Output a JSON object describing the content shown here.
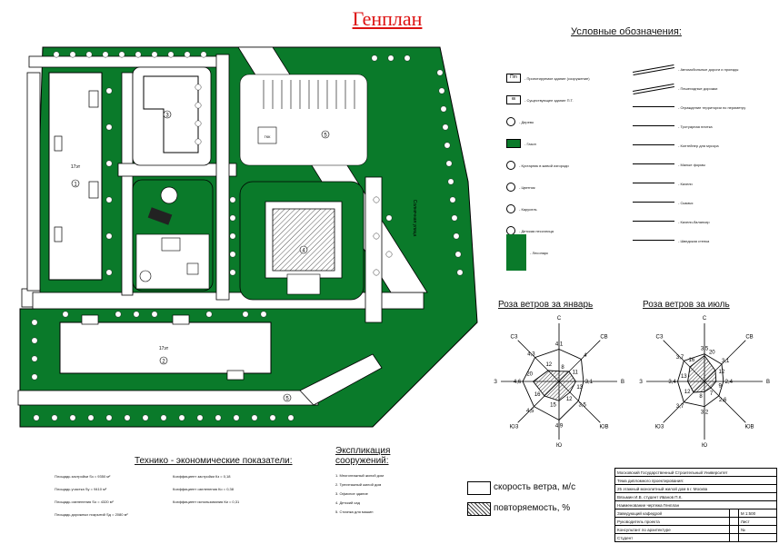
{
  "title": "Генплан",
  "legend": {
    "title": "Условные обозначения:",
    "left_items": [
      {
        "code": "Пm",
        "label": "Проектируемое здание (сооружение)",
        "icon": "building-symbol"
      },
      {
        "code": "кк",
        "label": "Существующее здание П.Т.",
        "icon": "existing-building-symbol"
      },
      {
        "code": "",
        "label": "Дерево",
        "icon": "tree-symbol"
      },
      {
        "code": "",
        "label": "Газон",
        "icon": "lawn-symbol"
      },
      {
        "code": "",
        "label": "Кустарник в живой изгороди",
        "icon": "hedge-symbol"
      },
      {
        "code": "",
        "label": "Цветник",
        "icon": "flowerbed-symbol"
      },
      {
        "code": "",
        "label": "Карусель",
        "icon": "carousel-symbol"
      },
      {
        "code": "",
        "label": "Детская песочница",
        "icon": "sandbox-symbol"
      },
      {
        "code": "",
        "label": "Лесопарк",
        "icon": "forest-symbol"
      }
    ],
    "right_items": [
      {
        "label": "Автомобильные дороги и проезды",
        "icon": "road-symbol"
      },
      {
        "label": "Пешеходные дорожки",
        "icon": "footpath-symbol"
      },
      {
        "label": "Ограждение территории по периметру",
        "icon": "fence-symbol"
      },
      {
        "label": "Тротуарная плитка",
        "icon": "pavement-symbol"
      },
      {
        "label": "Контейнер для мусора",
        "icon": "trash-container-symbol"
      },
      {
        "label": "Малые формы",
        "icon": "small-forms-symbol"
      },
      {
        "label": "Качели",
        "icon": "swing-symbol"
      },
      {
        "label": "Скамья",
        "icon": "bench-symbol"
      },
      {
        "label": "Качели-балансир",
        "icon": "seesaw-symbol"
      },
      {
        "label": "Шведская стенка",
        "icon": "wall-bars-symbol"
      }
    ]
  },
  "plan_labels": {
    "building_1": "1",
    "building_2": "2",
    "building_3": "3",
    "building_4": "4",
    "building_5": "5",
    "floors_1": "17эт",
    "floors_2": "17эт",
    "parking_label": "5",
    "garage_code": "ГКК",
    "street_name": "Солнечная улица"
  },
  "rose_january": {
    "title": "Роза ветров за январь",
    "labels": [
      "С",
      "СВ",
      "В",
      "ЮВ",
      "Ю",
      "ЮЗ",
      "З",
      "СЗ"
    ],
    "speed": [
      4.1,
      4.0,
      3.1,
      3.5,
      4.9,
      4.5,
      4.6,
      4.3
    ],
    "repeat": [
      8,
      11,
      13,
      12,
      15,
      16,
      20,
      12
    ]
  },
  "rose_july": {
    "title": "Роза ветров за июль",
    "labels": [
      "С",
      "СВ",
      "В",
      "ЮВ",
      "Ю",
      "ЮЗ",
      "З",
      "СЗ"
    ],
    "speed": [
      3.5,
      3.1,
      2.4,
      2.6,
      3.2,
      3.7,
      3.4,
      3.7
    ],
    "repeat": [
      20,
      12,
      9,
      7,
      8,
      12,
      13,
      16
    ]
  },
  "wind_key": {
    "speed_label": "скорость ветра, м/с",
    "repeat_label": "повторяемость, %"
  },
  "tep": {
    "title": "Технико - экономические показатели:",
    "rows_left": [
      {
        "label": "Площадь застройки",
        "formula": "Sз = 9350 м²"
      },
      {
        "label": "Площадь участка",
        "formula": "Sу = 9410 м²"
      },
      {
        "label": "Площадь озеленения",
        "formula": "Sо = 4320 м²"
      },
      {
        "label": "Площадь дорожных покрытий",
        "formula": "Sд = 2080 м²"
      }
    ],
    "rows_right": [
      {
        "label": "Коэффициент застройки",
        "formula": "Кз = 0,18"
      },
      {
        "label": "Коэффициент озеленения",
        "formula": "Ко = 0,38"
      },
      {
        "label": "Коэффициент использования",
        "formula": "Ки = 0,31"
      }
    ]
  },
  "explication": {
    "title": "Экспликация сооружений:",
    "items": [
      "1. Многоэтажный жилой дом",
      "2. Трехэтажный жилой дом",
      "3. Офисное здание",
      "4. Детский сад",
      "5. Стоянка для машин"
    ]
  },
  "stamp": {
    "university": "Московский Государственный Строительный Университет",
    "theme_line1": "Тема дипломного проектирования:",
    "theme_line2": "25 этажный монолитный жилой дом в г. Москва",
    "authors": "Вязьмин И.В. студент    Иванов П.К.",
    "row_a": "Наименование чертежа    Генплан",
    "row_b": "Заведующий кафедрой",
    "row_c": "Руководитель проекта",
    "row_d": "Консультант по архитектуре",
    "row_e": "Студент",
    "scale": "М 1:500",
    "sheet": "Лист",
    "sheet_no": "№"
  }
}
